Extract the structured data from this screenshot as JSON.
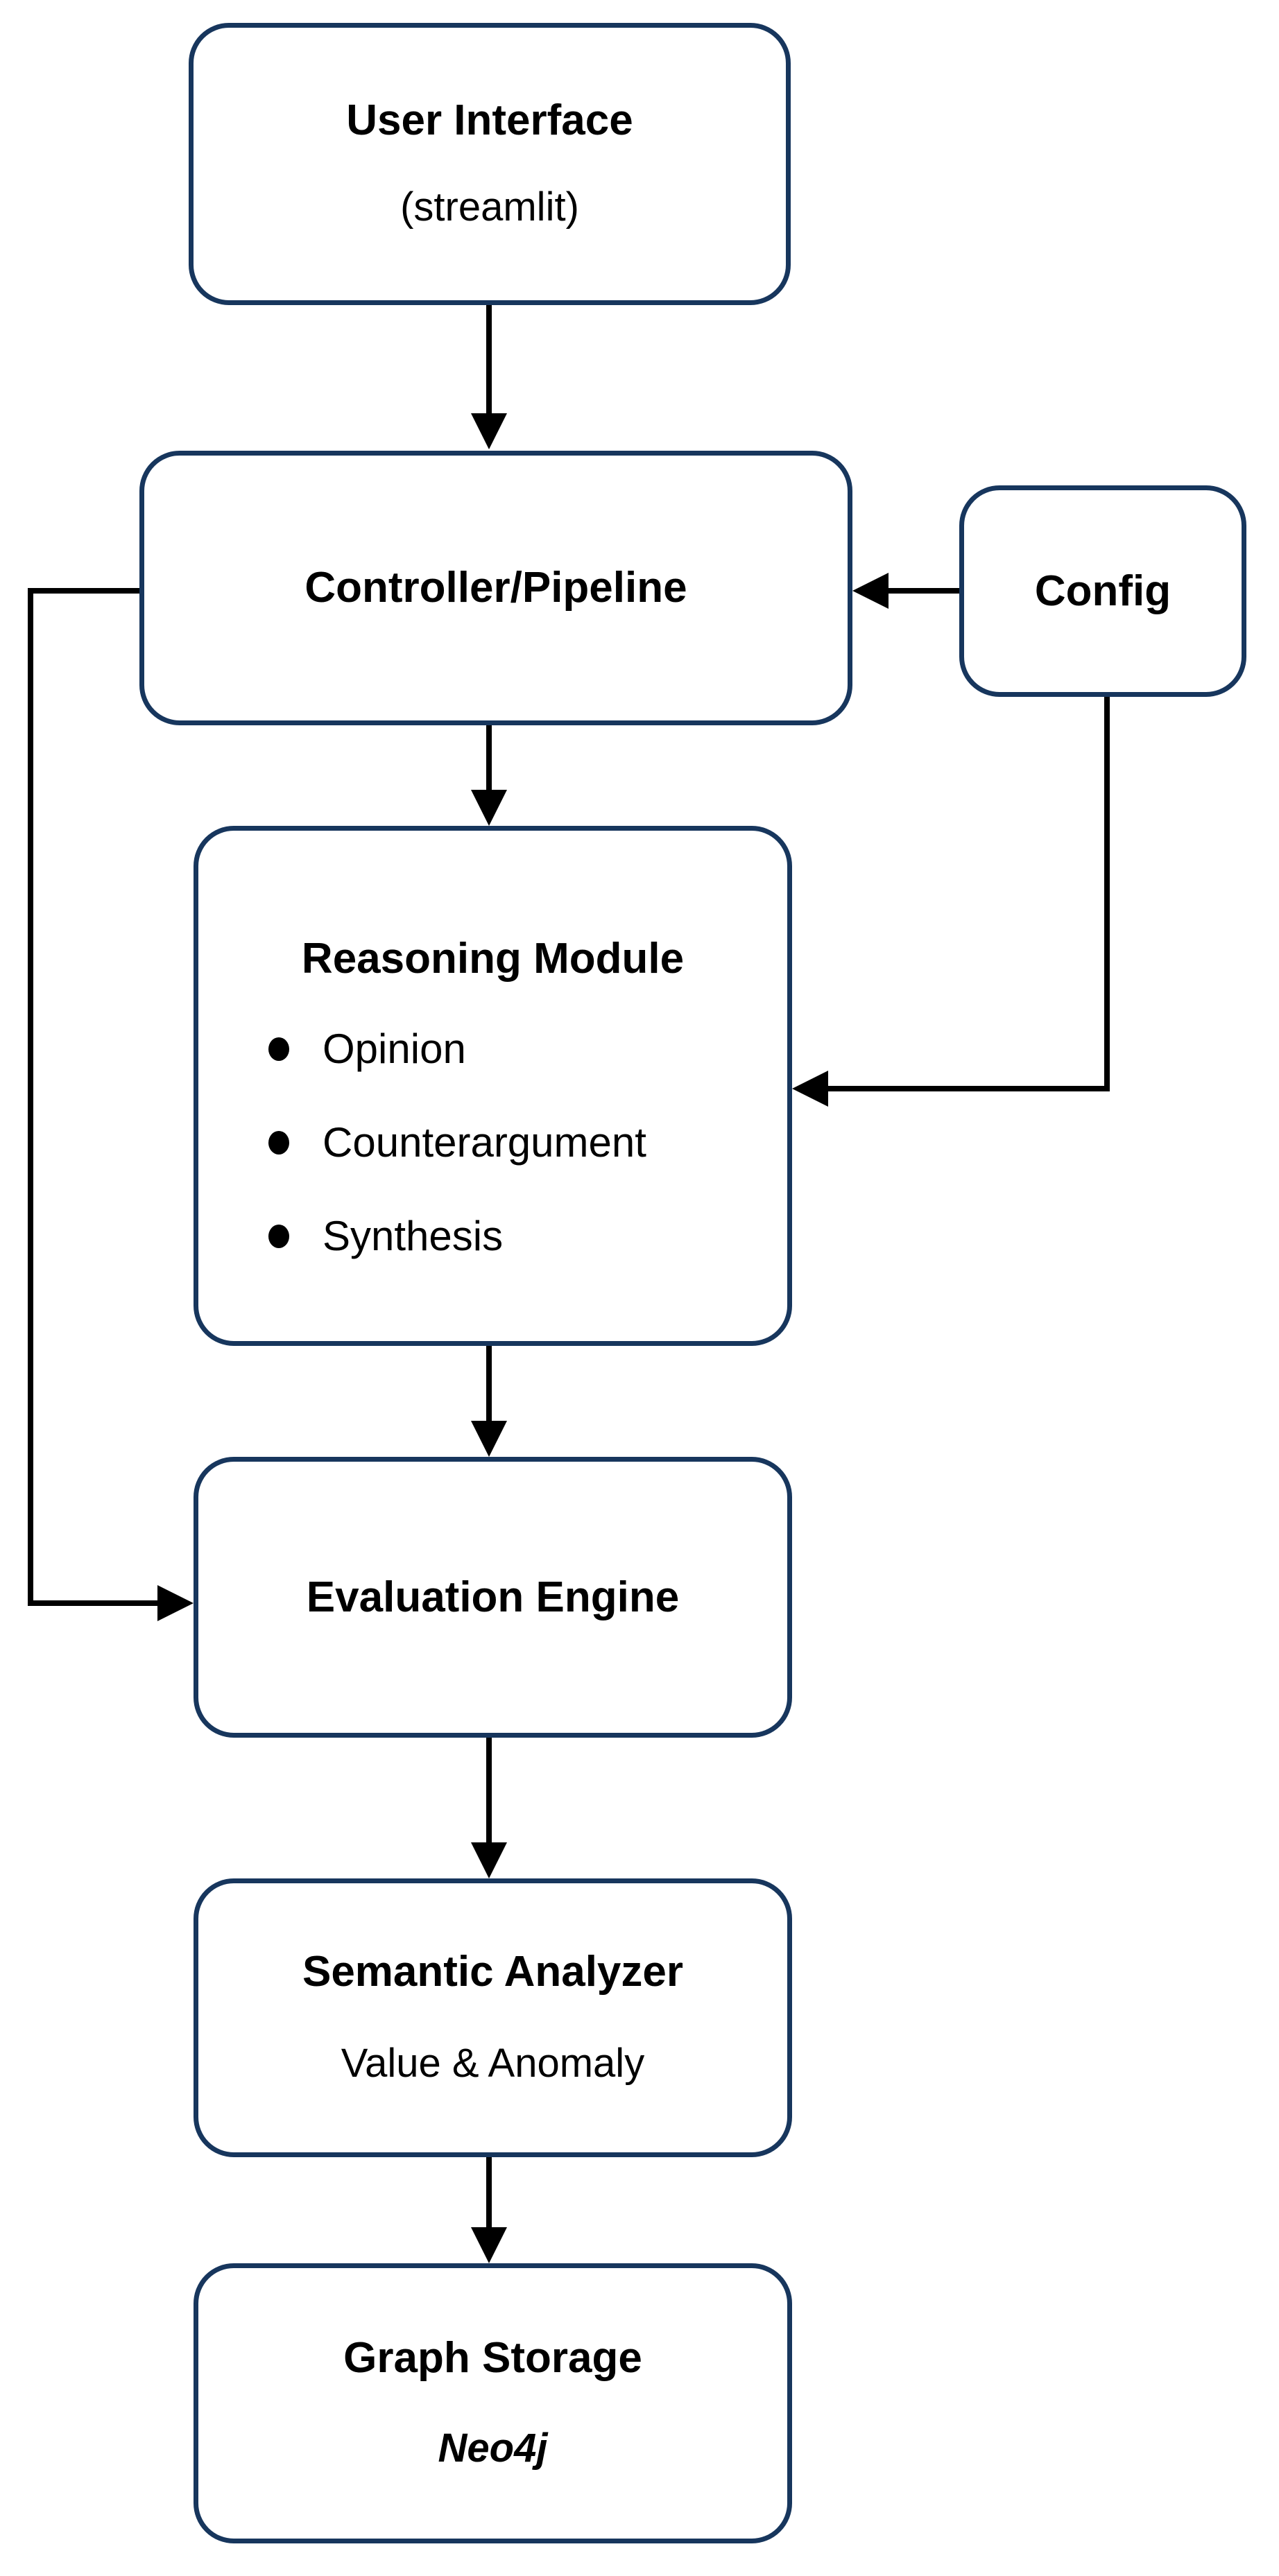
{
  "diagram": {
    "colors": {
      "node_border": "#17365d",
      "connector": "#000000",
      "background": "#ffffff",
      "text": "#000000"
    },
    "nodes": {
      "user_interface": {
        "title": "User Interface",
        "subtitle": "(streamlit)"
      },
      "controller": {
        "title": "Controller/Pipeline"
      },
      "config": {
        "title": "Config"
      },
      "reasoning": {
        "title": "Reasoning Module",
        "bullets": [
          "Opinion",
          "Counterargument",
          "Synthesis"
        ]
      },
      "evaluation": {
        "title": "Evaluation Engine"
      },
      "semantic": {
        "title": "Semantic Analyzer",
        "subtitle": "Value & Anomaly"
      },
      "graph_storage": {
        "title": "Graph Storage",
        "subtitle": "Neo4j"
      }
    }
  }
}
